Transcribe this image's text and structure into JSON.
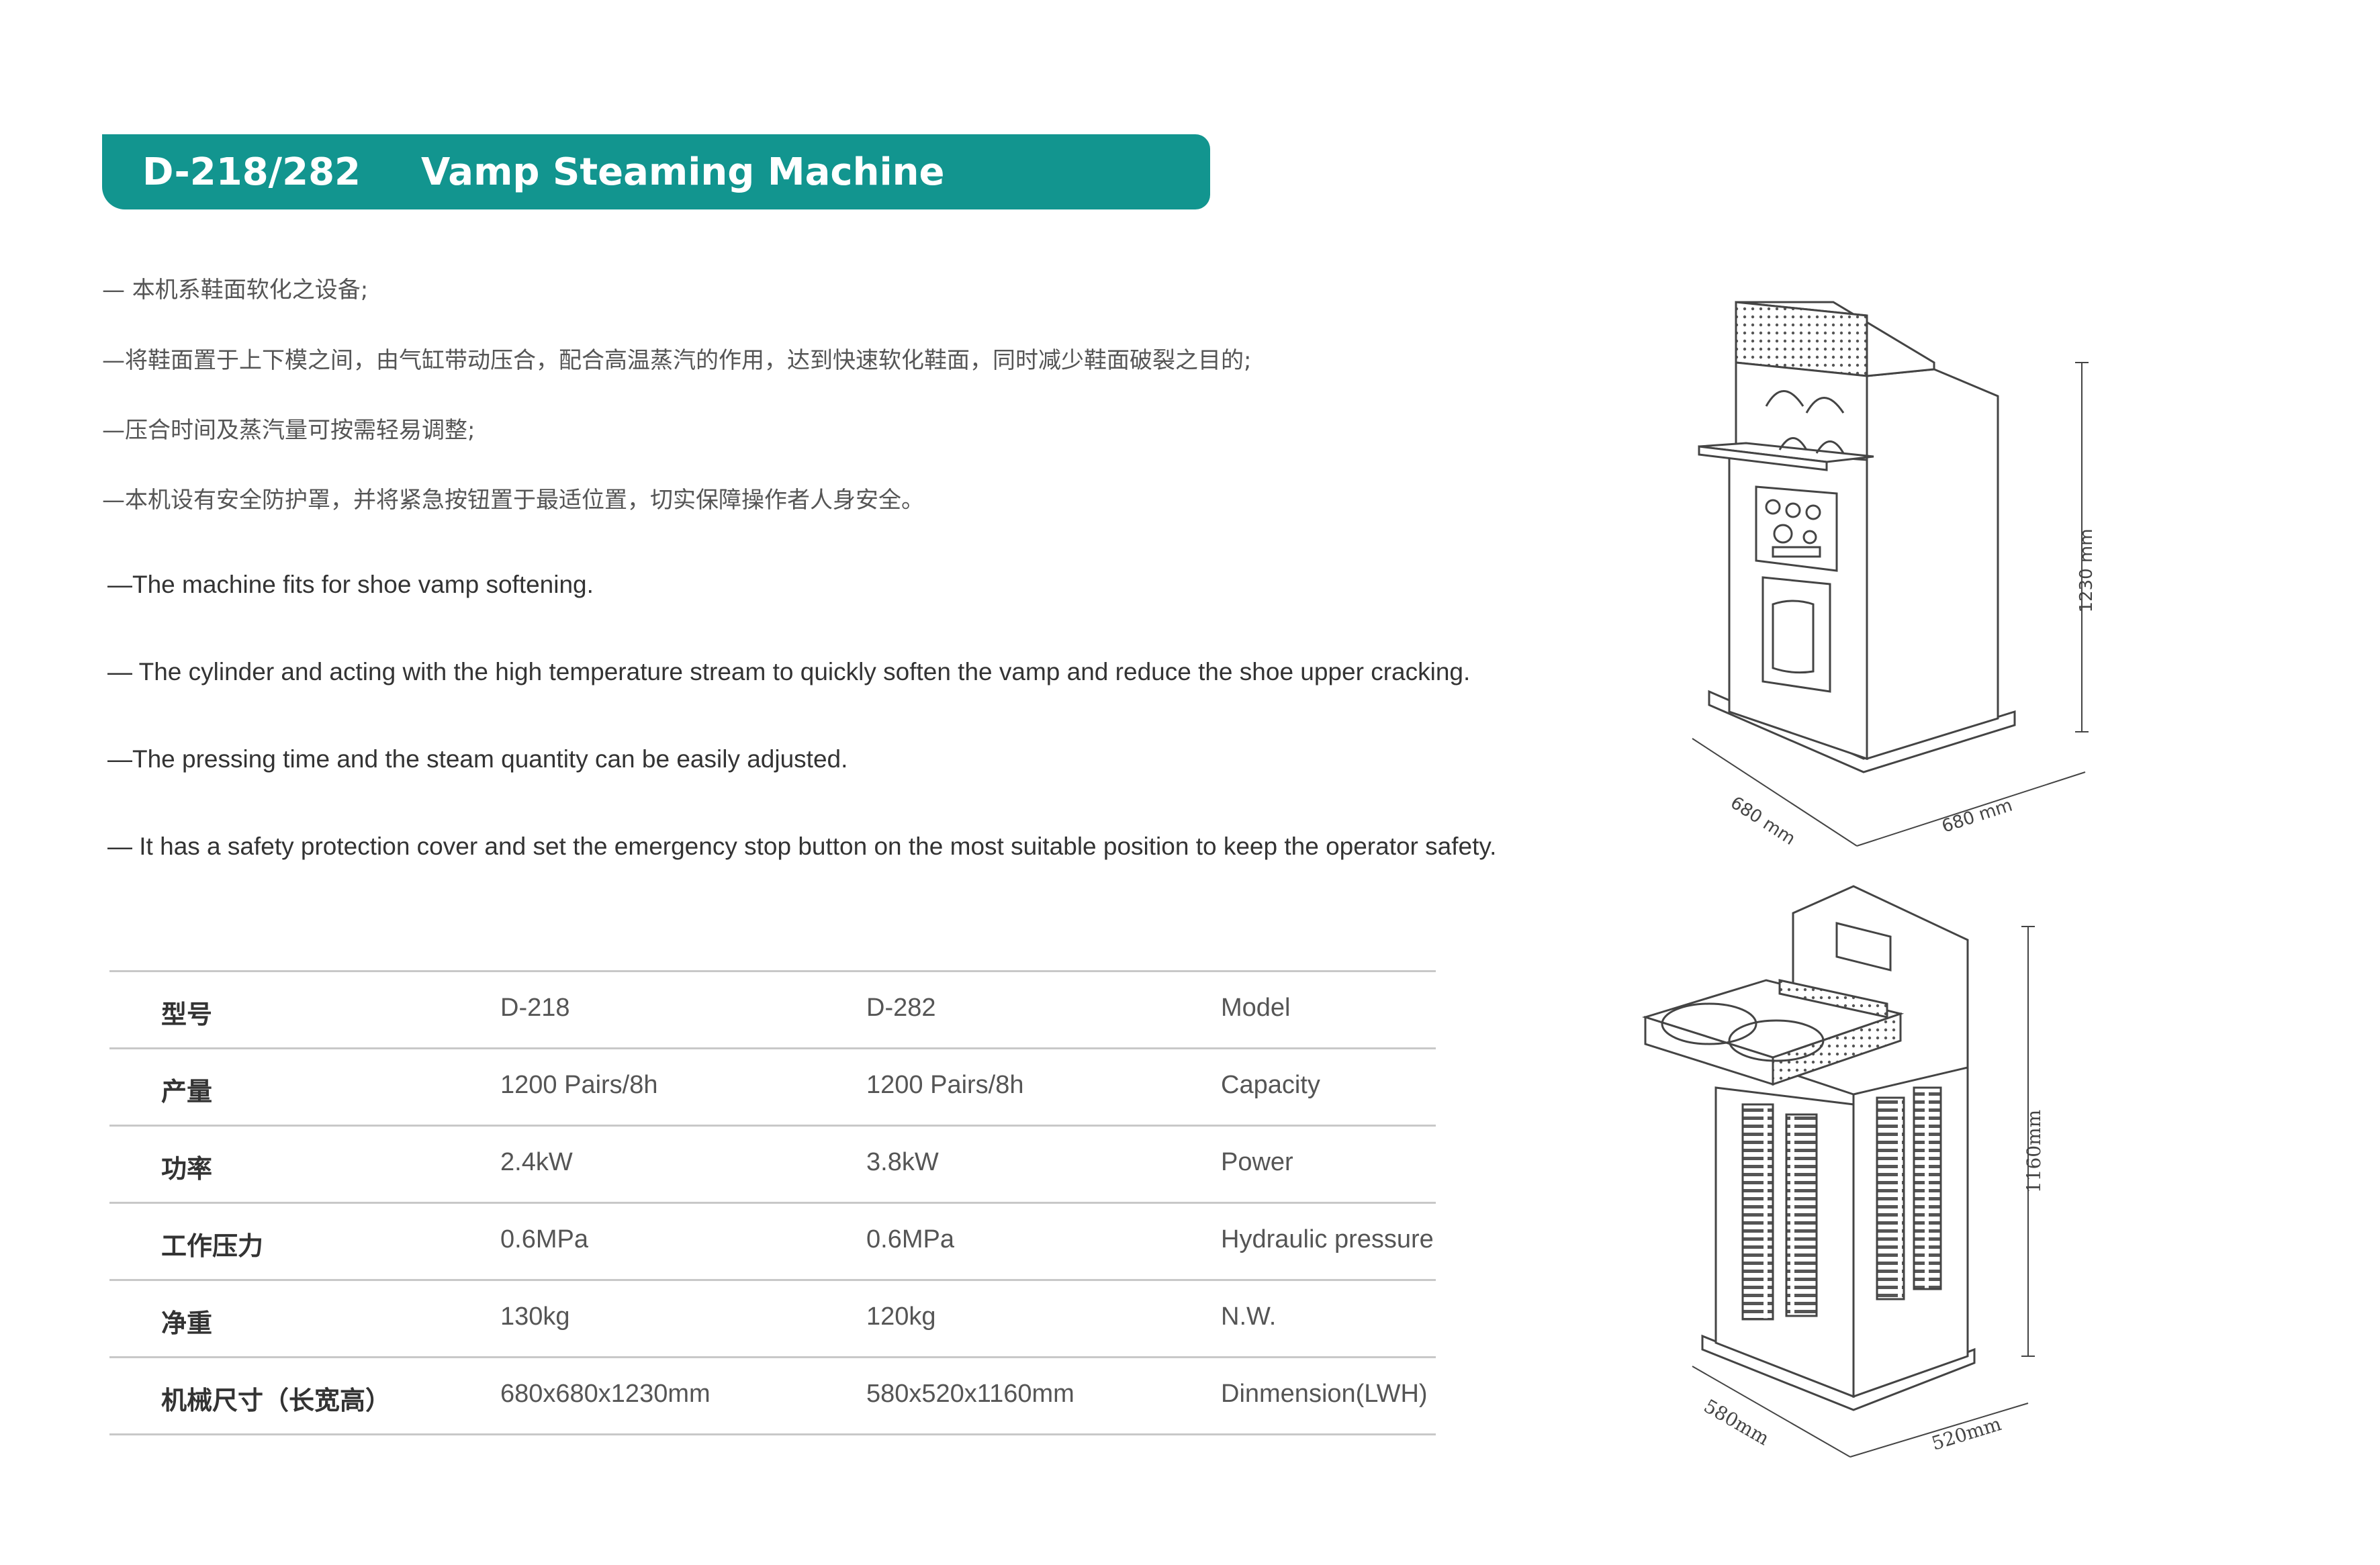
{
  "header": {
    "model": "D-218/282",
    "name": "Vamp Steaming Machine"
  },
  "features_cn": [
    "— 本机系鞋面软化之设备;",
    "—将鞋面置于上下模之间，由气缸带动压合，配合高温蒸汽的作用，达到快速软化鞋面，同时减少鞋面破裂之目的;",
    "—压合时间及蒸汽量可按需轻易调整;",
    "—本机设有安全防护罩，并将紧急按钮置于最适位置，切实保障操作者人身安全。"
  ],
  "features_en": [
    "—The machine fits for shoe vamp softening.",
    "— The cylinder and acting with the high temperature stream to quickly soften the vamp and reduce the shoe upper cracking.",
    "—The pressing time and the steam quantity can be easily adjusted.",
    "— It has a safety protection cover and set the emergency stop button on the most suitable position to keep the operator safety."
  ],
  "specs": [
    {
      "label_cn": "型号",
      "d218": "D-218",
      "d282": "D-282",
      "label_en": "Model"
    },
    {
      "label_cn": "产量",
      "d218": "1200 Pairs/8h",
      "d282": "1200 Pairs/8h",
      "label_en": "Capacity"
    },
    {
      "label_cn": "功率",
      "d218": "2.4kW",
      "d282": "3.8kW",
      "label_en": "Power"
    },
    {
      "label_cn": "工作压力",
      "d218": "0.6MPa",
      "d282": "0.6MPa",
      "label_en": "Hydraulic pressure"
    },
    {
      "label_cn": "净重",
      "d218": "130kg",
      "d282": "120kg",
      "label_en": "N.W."
    },
    {
      "label_cn": "机械尺寸（长宽高）",
      "d218": "680x680x1230mm",
      "d282": "580x520x1160mm",
      "label_en": "Dinmension(LWH)"
    }
  ],
  "drawings": {
    "machine1": {
      "height_label": "1230 mm",
      "length_label": "680 mm",
      "width_label": "680 mm"
    },
    "machine2": {
      "height_label": "1160mm",
      "length_label": "580mm",
      "width_label": "520mm"
    }
  },
  "colors": {
    "accent": "#12958f",
    "text": "#333333",
    "rule": "#c8c8c8"
  }
}
